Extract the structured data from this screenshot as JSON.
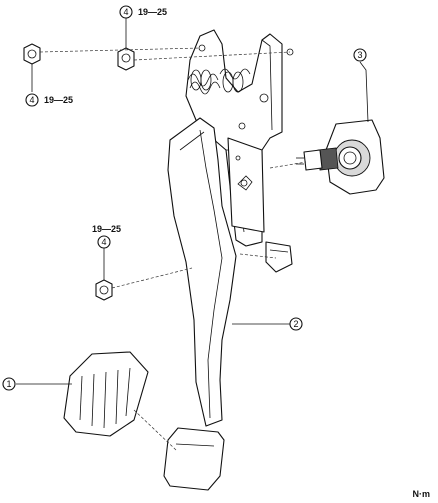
{
  "callouts": {
    "c1": "1",
    "c2": "2",
    "c3": "3",
    "c4a": "4",
    "c4b": "4",
    "c4c": "4"
  },
  "torques": {
    "t_top": "19—25",
    "t_left": "19—25",
    "t_mid": "19—25"
  },
  "unit": "N·m"
}
